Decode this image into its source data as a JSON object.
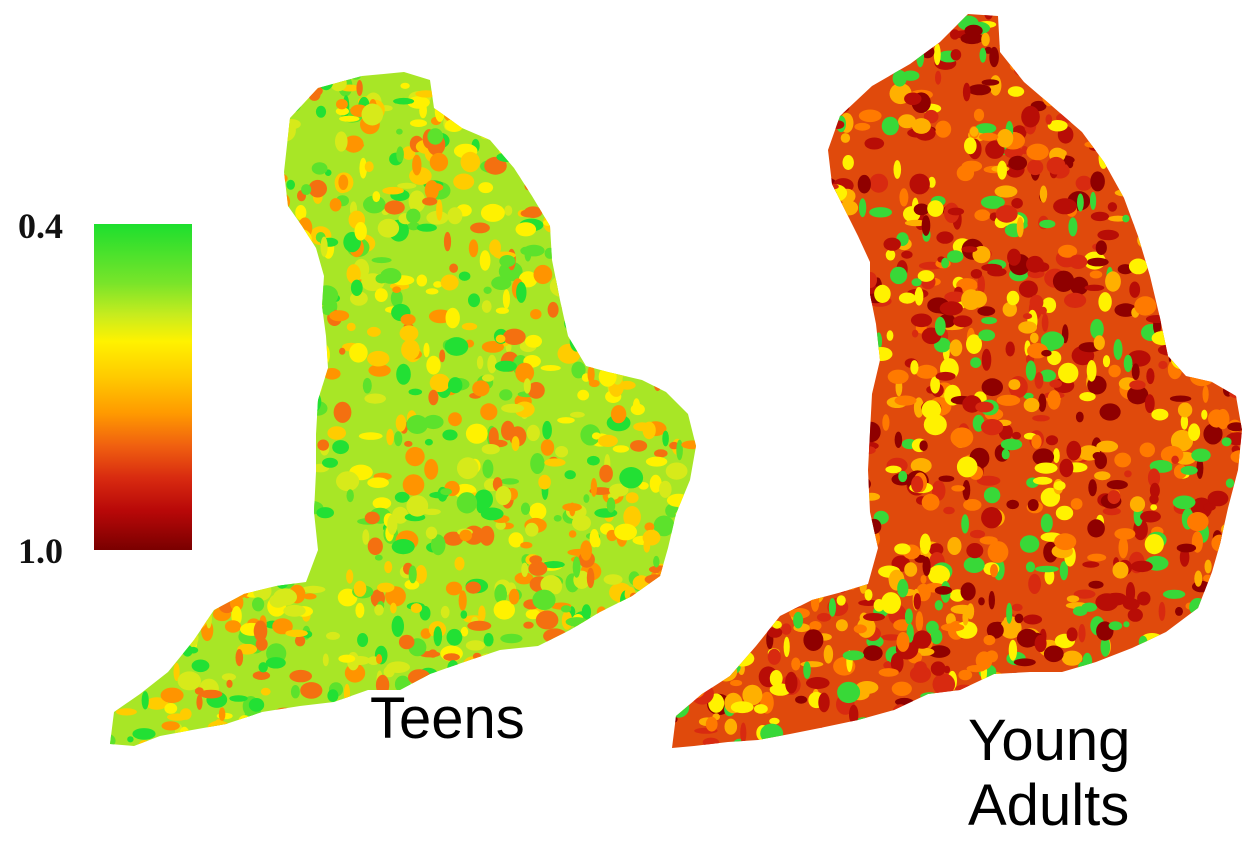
{
  "legend": {
    "top_label": "0.4",
    "bottom_label": "1.0",
    "range": [
      0.4,
      1.0
    ],
    "colors": [
      "#1ddf2e",
      "#78e42a",
      "#c8ec1e",
      "#fff200",
      "#ffca00",
      "#ff9a00",
      "#f06010",
      "#d82a10",
      "#b80808",
      "#7a0000"
    ]
  },
  "maps": [
    {
      "caption_lines": [
        "Teens"
      ],
      "base_color": "#a8e626",
      "speckle_colors": [
        "#22e034",
        "#5ce22c",
        "#d7ea1a",
        "#fff200",
        "#ffcc00",
        "#ff9400",
        "#f47010"
      ]
    },
    {
      "caption_lines": [
        "Young",
        "Adults"
      ],
      "base_color": "#e04a0c",
      "speckle_colors": [
        "#8f0000",
        "#b80d06",
        "#d82a10",
        "#ff7a00",
        "#ffb000",
        "#38d838",
        "#fff200"
      ]
    }
  ]
}
